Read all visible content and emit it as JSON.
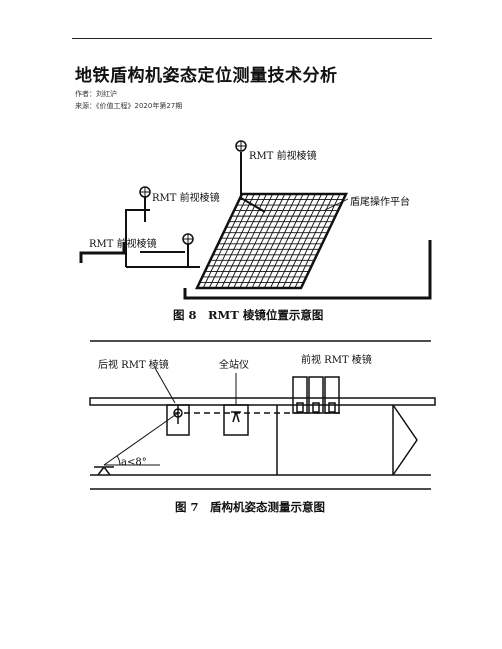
{
  "document": {
    "title": "地铁盾构机姿态定位测量技术分析",
    "author": "作者：刘红沪",
    "source": "来源：《价值工程》2020年第27期"
  },
  "figure8": {
    "caption": "图 8　RMT 棱镜位置示意图",
    "labels": {
      "prism_top": "RMT 前视棱镜",
      "prism_middle": "RMT 前视棱镜",
      "prism_left": "RMT 前视棱镜",
      "platform": "盾尾操作平台"
    }
  },
  "figure7": {
    "caption": "图 7　盾构机姿态测量示意图",
    "labels": {
      "rear_prism": "后视 RMT 棱镜",
      "total_station": "全站仪",
      "front_prism": "前视 RMT 棱镜",
      "angle": "a<8°"
    }
  }
}
